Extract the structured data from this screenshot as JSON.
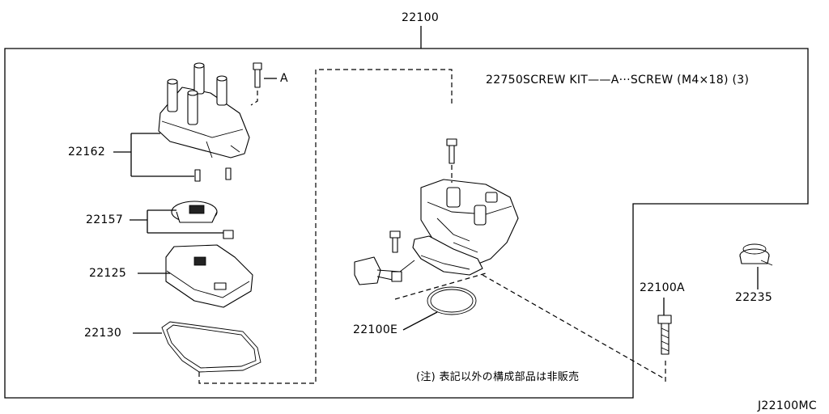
{
  "labels": {
    "main_assembly": "22100",
    "cap": "22162",
    "rotor": "22157",
    "cover": "22125",
    "gasket": "22130",
    "seal": "22100E",
    "bolt": "22100A",
    "clamp": "22235",
    "screw_ref": "A"
  },
  "screw_kit_note": "22750SCREW KIT——A···SCREW (M4×18) (3)",
  "footnote": "(注) 表記以外の構成部品は非販売",
  "diagram_code": "J22100MC"
}
